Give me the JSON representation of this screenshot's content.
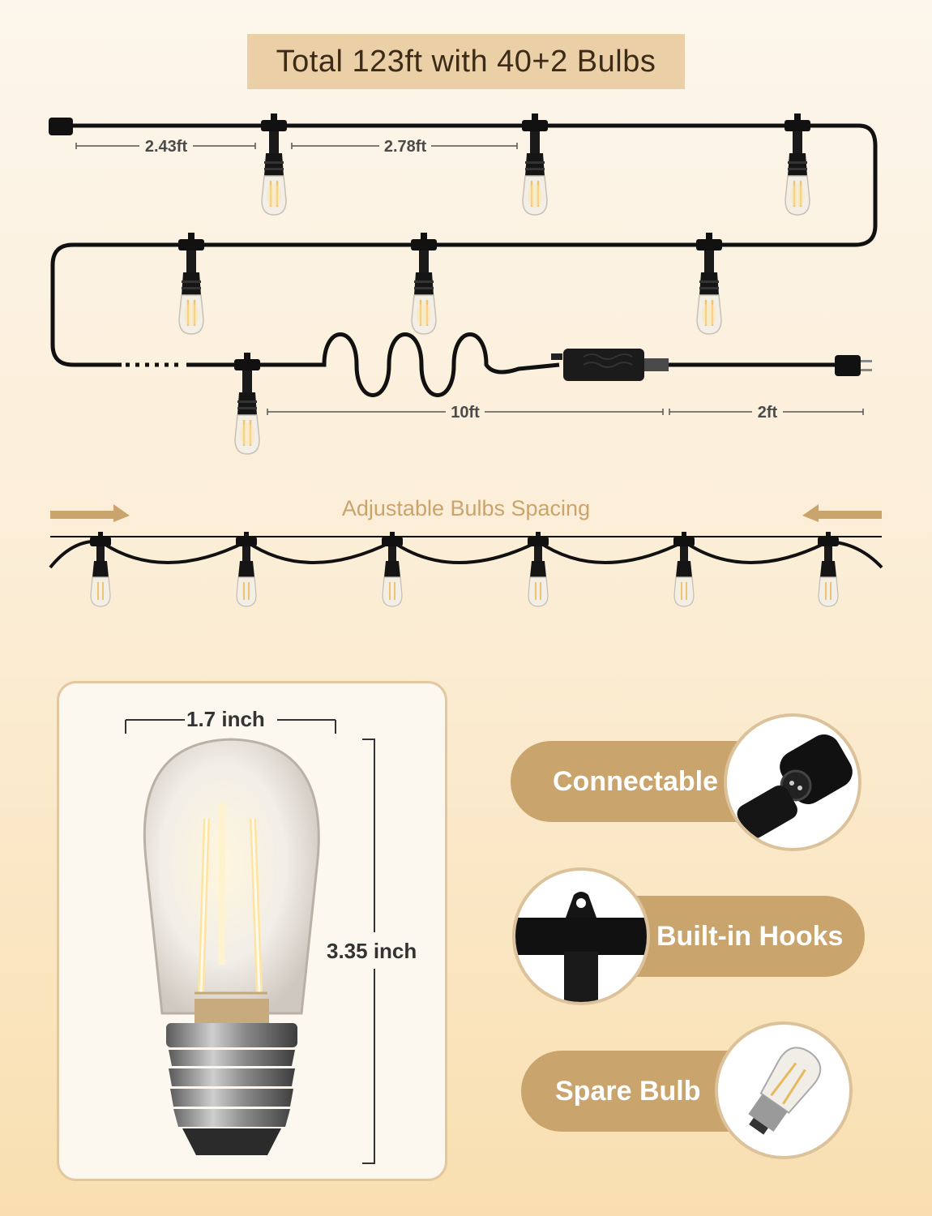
{
  "title": "Total 123ft with 40+2 Bulbs",
  "dimensions": {
    "first_spacing": "2.43ft",
    "bulb_spacing": "2.78ft",
    "lead_cable": "10ft",
    "plug_cable": "2ft"
  },
  "spacing_caption": "Adjustable Bulbs Spacing",
  "bulb": {
    "width": "1.7 inch",
    "height": "3.35 inch"
  },
  "features": [
    {
      "label": "Connectable",
      "icon": "connector-icon"
    },
    {
      "label": "Built-in Hooks",
      "icon": "hook-icon"
    },
    {
      "label": "Spare Bulb",
      "icon": "spare-bulb-icon"
    }
  ],
  "colors": {
    "accent": "#c9a46d",
    "banner": "#ebcfa6",
    "cable": "#111111"
  }
}
